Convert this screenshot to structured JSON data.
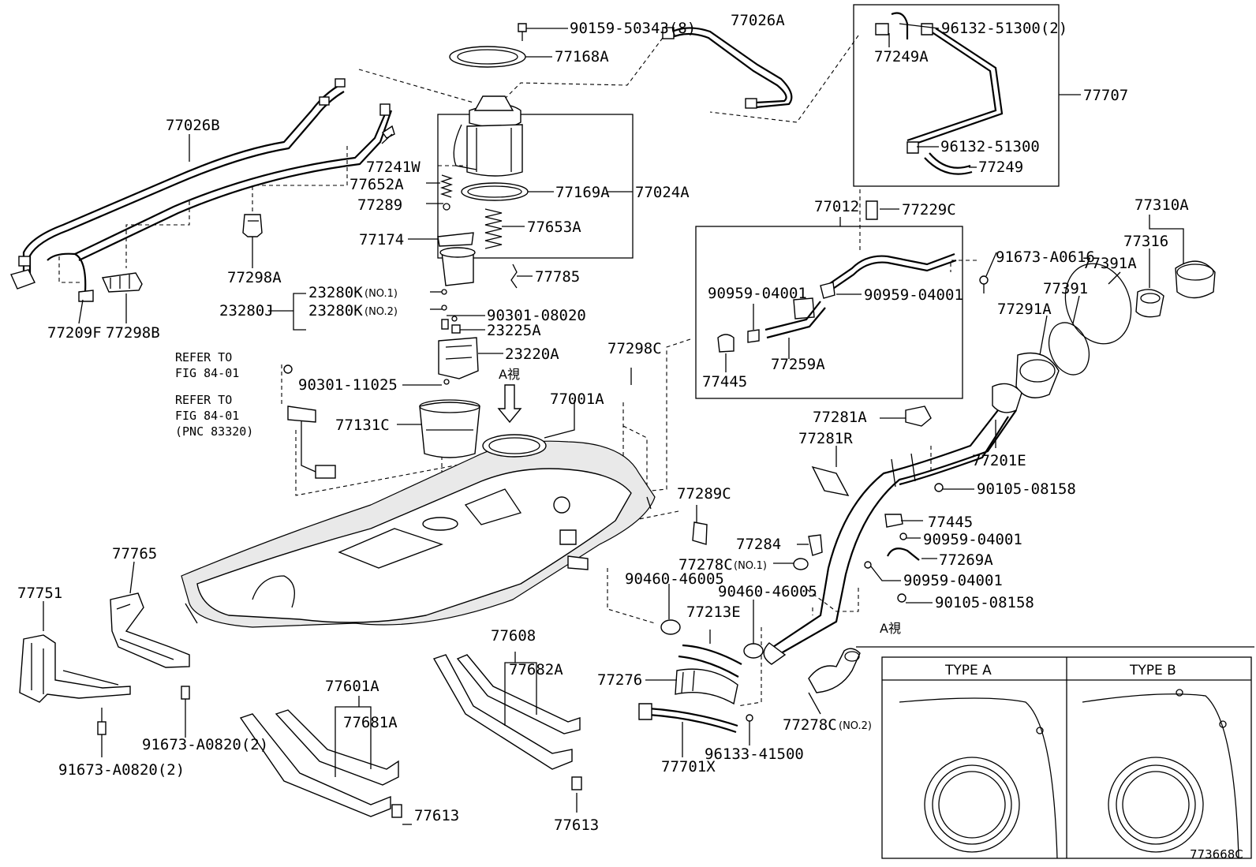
{
  "diagram_id": "773668C",
  "labels": {
    "p77026A": "77026A",
    "p90159": "90159-50343(8)",
    "p77168A": "77168A",
    "p77026B": "77026B",
    "p77241W": "77241W",
    "p77652A": "77652A",
    "p77289": "77289",
    "p77169A": "77169A",
    "p77024A": "77024A",
    "p77653A": "77653A",
    "p77174": "77174",
    "p77785": "77785",
    "p77298A": "77298A",
    "p77209F": "77209F",
    "p77298B": "77298B",
    "p23280K1": "23280K",
    "no1": "(NO.1)",
    "p23280J": "23280J",
    "p23280K2": "23280K",
    "no2": "(NO.2)",
    "p90301a": "90301-08020",
    "p23225A": "23225A",
    "p23220A": "23220A",
    "refer1a": "REFER TO",
    "refer1b": "FIG 84-01",
    "refer2a": "REFER TO",
    "refer2b": "FIG 84-01",
    "refer2c": "(PNC 83320)",
    "p90301b": "90301-11025",
    "aview1": "A視",
    "p77001A": "77001A",
    "p77131C": "77131C",
    "p77298C": "77298C",
    "p77289C": "77289C",
    "p77249A": "77249A",
    "p96132a": "96132-51300(2)",
    "p77707": "77707",
    "p96132b": "96132-51300",
    "p77249": "77249",
    "p77012": "77012",
    "p77229C": "77229C",
    "p90959a": "90959-04001",
    "p90959b": "90959-04001",
    "p77445a": "77445",
    "p77259A": "77259A",
    "p91673a": "91673-A0616",
    "p77310A": "77310A",
    "p77316": "77316",
    "p77391A": "77391A",
    "p77391": "77391",
    "p77291A": "77291A",
    "p77281A": "77281A",
    "p77281R": "77281R",
    "p77201E": "77201E",
    "p90105a": "90105-08158",
    "p77445b": "77445",
    "p90959c": "90959-04001",
    "p77269A": "77269A",
    "p90959d": "90959-04001",
    "p90105b": "90105-08158",
    "p77284": "77284",
    "p77278C1": "77278C",
    "no1b": "(NO.1)",
    "p90460a": "90460-46005",
    "p90460b": "90460-46005",
    "p77213E": "77213E",
    "p77276": "77276",
    "p77701X": "77701X",
    "p96133": "96133-41500",
    "p77278C2": "77278C",
    "no2b": "(NO.2)",
    "aview2": "A視",
    "typeA": "TYPE A",
    "typeB": "TYPE B",
    "p77765": "77765",
    "p77751": "77751",
    "p91673b": "91673-A0820(2)",
    "p91673c": "91673-A0820(2)",
    "p77608": "77608",
    "p77682A": "77682A",
    "p77601A": "77601A",
    "p77681A": "77681A",
    "p77613a": "77613",
    "p77613b": "77613"
  }
}
